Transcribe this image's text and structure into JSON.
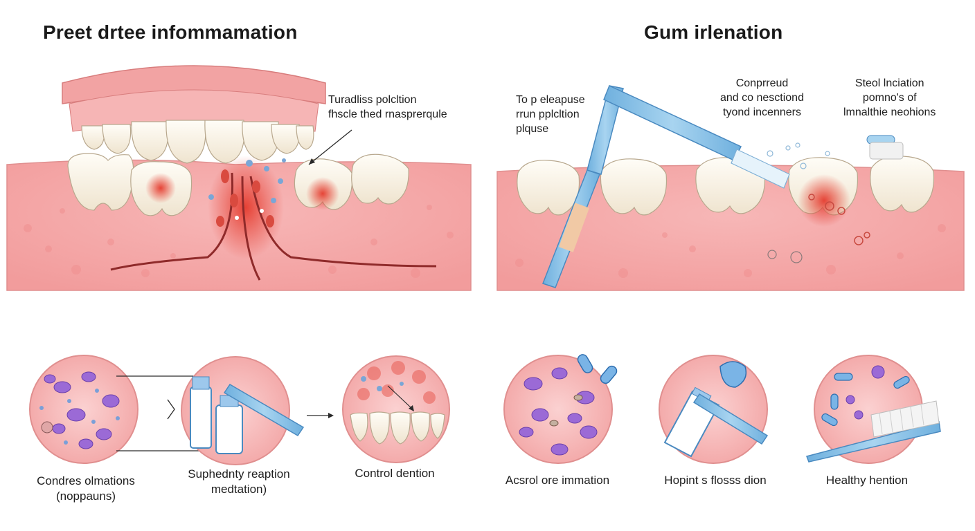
{
  "titles": {
    "left": "Preet drtee infommamation",
    "right": "Gum irlenation"
  },
  "annotations": {
    "left_callout": [
      "Turadliss polcltion",
      "fhscle thed rnasprerqule"
    ],
    "right_plaque": [
      "To p eleapuse",
      "rrun pplcltion",
      "plquse"
    ],
    "right_mid": [
      "Conprreud",
      "and co nesctiond",
      "tyond incenners"
    ],
    "right_far": [
      "Steol lnciation",
      "pomno's of",
      "lmnalthie neohions"
    ]
  },
  "captions": {
    "c1": [
      "Condres olmations",
      "(noppauns)"
    ],
    "c2": [
      "Suphednty reaption",
      "medtation)"
    ],
    "c3": [
      "Control dention"
    ],
    "c4": [
      "Acsrol ore immation"
    ],
    "c5": [
      "Hopint s flosss dion"
    ],
    "c6": [
      "Healthy hention"
    ]
  },
  "colors": {
    "gum": "#f3a7a7",
    "gum_dark": "#e47c7c",
    "tooth": "#fbf5ea",
    "inflammation": "#e53b2e",
    "bacteria": "#8e5bd1",
    "tool_blue": "#8ec3e6"
  }
}
